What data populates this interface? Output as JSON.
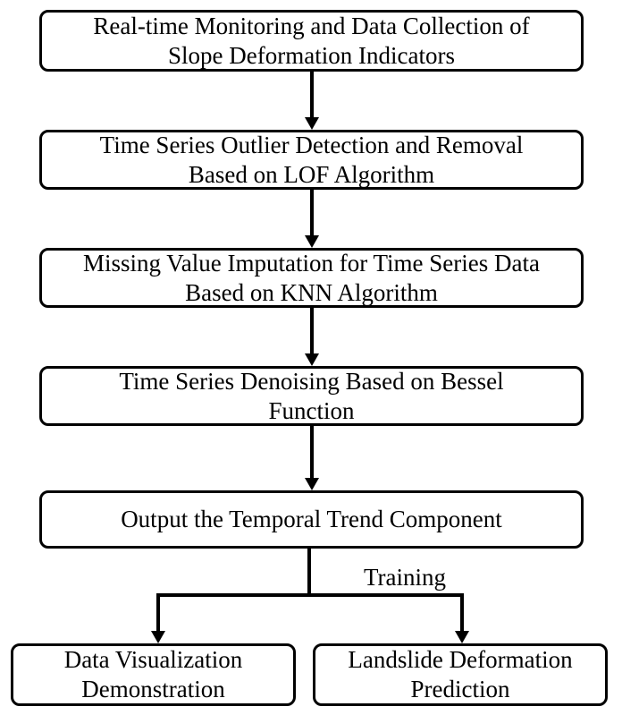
{
  "diagram": {
    "nodes": {
      "monitoring": {
        "line1": "Real-time Monitoring and Data Collection of",
        "line2": "Slope Deformation Indicators"
      },
      "outlier": {
        "line1": "Time Series Outlier Detection and Removal",
        "line2": "Based on LOF Algorithm"
      },
      "imputation": {
        "line1": "Missing Value Imputation for Time Series Data",
        "line2": "Based on KNN Algorithm"
      },
      "denoising": {
        "line1": "Time Series Denoising Based on Bessel",
        "line2": "Function"
      },
      "trend": {
        "line1": "Output the Temporal Trend Component"
      },
      "visualization": {
        "line1": "Data Visualization",
        "line2": "Demonstration"
      },
      "prediction": {
        "line1": "Landslide Deformation",
        "line2": "Prediction"
      }
    },
    "edge_labels": {
      "training": "Training"
    },
    "colors": {
      "stroke": "#000000",
      "fill": "#ffffff"
    }
  }
}
